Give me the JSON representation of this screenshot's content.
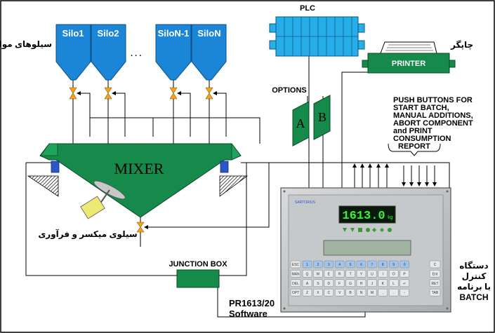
{
  "title": "",
  "silos": {
    "names": [
      "Silo1",
      "Silo2",
      "SiloN-1",
      "SiloN"
    ],
    "ellipsis": ". . .",
    "label_fa": "سیلوهای مواد"
  },
  "mixer": {
    "label": "MIXER",
    "output_label_fa": "سیلوی میکسر و فرآوری"
  },
  "plc": {
    "label": "PLC"
  },
  "printer": {
    "label": "PRINTER",
    "label_fa": "چاپگر"
  },
  "options": {
    "label": "OPTIONS",
    "card_a": "A",
    "card_b": "B"
  },
  "push_buttons": {
    "lines": [
      "PUSH BUTTONS FOR",
      "START BATCH,",
      "MANUAL ADDITIONS,",
      "ABORT COMPONENT",
      "and PRINT",
      "CONSUMPTION",
      "REPORT"
    ]
  },
  "junction_box": {
    "label": "JUNCTION BOX"
  },
  "software": {
    "line1": "PR1613/20",
    "line2": "Software"
  },
  "controller": {
    "display_value": "1613.0",
    "display_unit": "kg",
    "brand": "SARTORIUS",
    "label_fa_line1": "دستگاه",
    "label_fa_line2": "کنترل",
    "label_fa_line3": "با برنامه",
    "label_batch": "BATCH",
    "side_keys_left": [
      "ESC",
      "MAN",
      "DEL",
      "OPT"
    ],
    "side_keys_right": [
      "C",
      "Ent",
      "RET",
      "TAB"
    ],
    "key_rows": [
      [
        "1",
        "2",
        "3",
        "4",
        "5",
        "6",
        "7",
        "8",
        "9",
        "0"
      ],
      [
        "Q",
        "W",
        "E",
        "R",
        "T",
        "Y",
        "U",
        "I",
        "O",
        "P"
      ],
      [
        "A",
        "S",
        "D",
        "F",
        "G",
        "H",
        "J",
        "K",
        "L",
        "↵"
      ],
      [
        "Z",
        "X",
        "C",
        "V",
        "B",
        "N",
        "M",
        ",",
        ".",
        "-"
      ]
    ]
  },
  "colors": {
    "silo_blue": "#1b86d8",
    "mixer_green": "#158a4a",
    "plc_blue": "#27aee8",
    "panel_gray": "#bfc2c4",
    "valve_orange": "#f7a21b",
    "lcd_bg": "#0a1a0a",
    "key_blue": "#9ec6ea"
  }
}
